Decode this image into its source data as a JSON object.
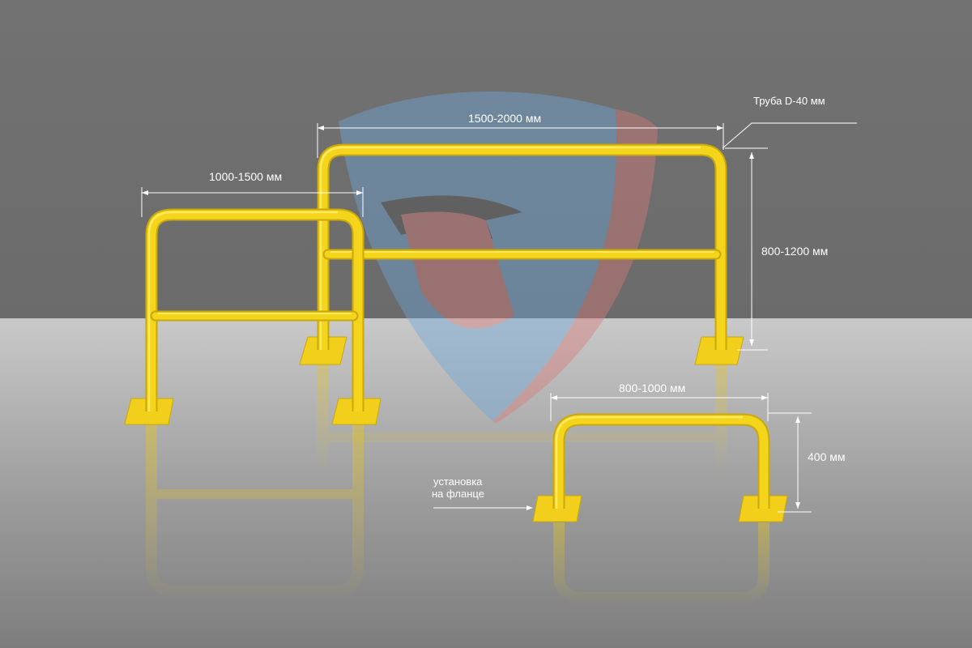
{
  "colors": {
    "wall": "#707070",
    "floor_light": "#bdbdbd",
    "floor_dark": "#888888",
    "rail": "#f5d41c",
    "rail_shadow": "#c9a80a",
    "rail_highlight": "#fff27a",
    "dim_line": "#ffffff",
    "watermark_blue": "#6fa8dc",
    "watermark_red": "#d97a7a"
  },
  "watermark": {
    "icon": "shield-logo-icon"
  },
  "labels": {
    "large_width": "1500-2000 мм",
    "large_height": "800-1200 мм",
    "pipe": "Труба D-40 мм",
    "medium_width": "1000-1500 мм",
    "small_width": "800-1000 мм",
    "small_height": "400 мм",
    "mount_line1": "установка",
    "mount_line2": "на фланце"
  }
}
